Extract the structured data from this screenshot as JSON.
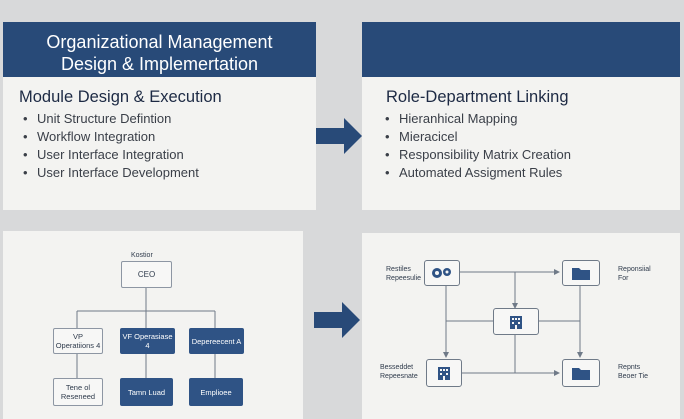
{
  "panel1": {
    "header": "Organizational Management\nDesign & Implemertation",
    "subtitle": "Module Design & Execution",
    "bullets": [
      "Unit Structure Defintion",
      "Workflow Integration",
      "User Interface Integration",
      "User Interface Development"
    ]
  },
  "panel2": {
    "header": "",
    "subtitle": "Role-Department Linking",
    "bullets": [
      "Hieranhical Mapping",
      "Mieracicel",
      "Responsibility Matrix Creation",
      "Automated Assigment Rules"
    ]
  },
  "orgchart": {
    "top_label": "Kostior",
    "ceo": "CEO",
    "vp1": "VP\nOperatiions 4",
    "vp2": "VF Operasiase 4",
    "dept": "Depereecent A",
    "team1": "Tene ol\nReseneed",
    "team2": "Tamn Luad",
    "employee": "Emplioee"
  },
  "flow": {
    "tl_label": "Restiles\nRepeesulie",
    "tr_label": "Reponsiial\nFor",
    "bl_label": "Besseddet\nRepeesnate",
    "br_label": "Repnts\nBeoer Tie"
  },
  "colors": {
    "header": "#284a78",
    "arrow": "#284a78",
    "node_dark": "#2f5385"
  }
}
